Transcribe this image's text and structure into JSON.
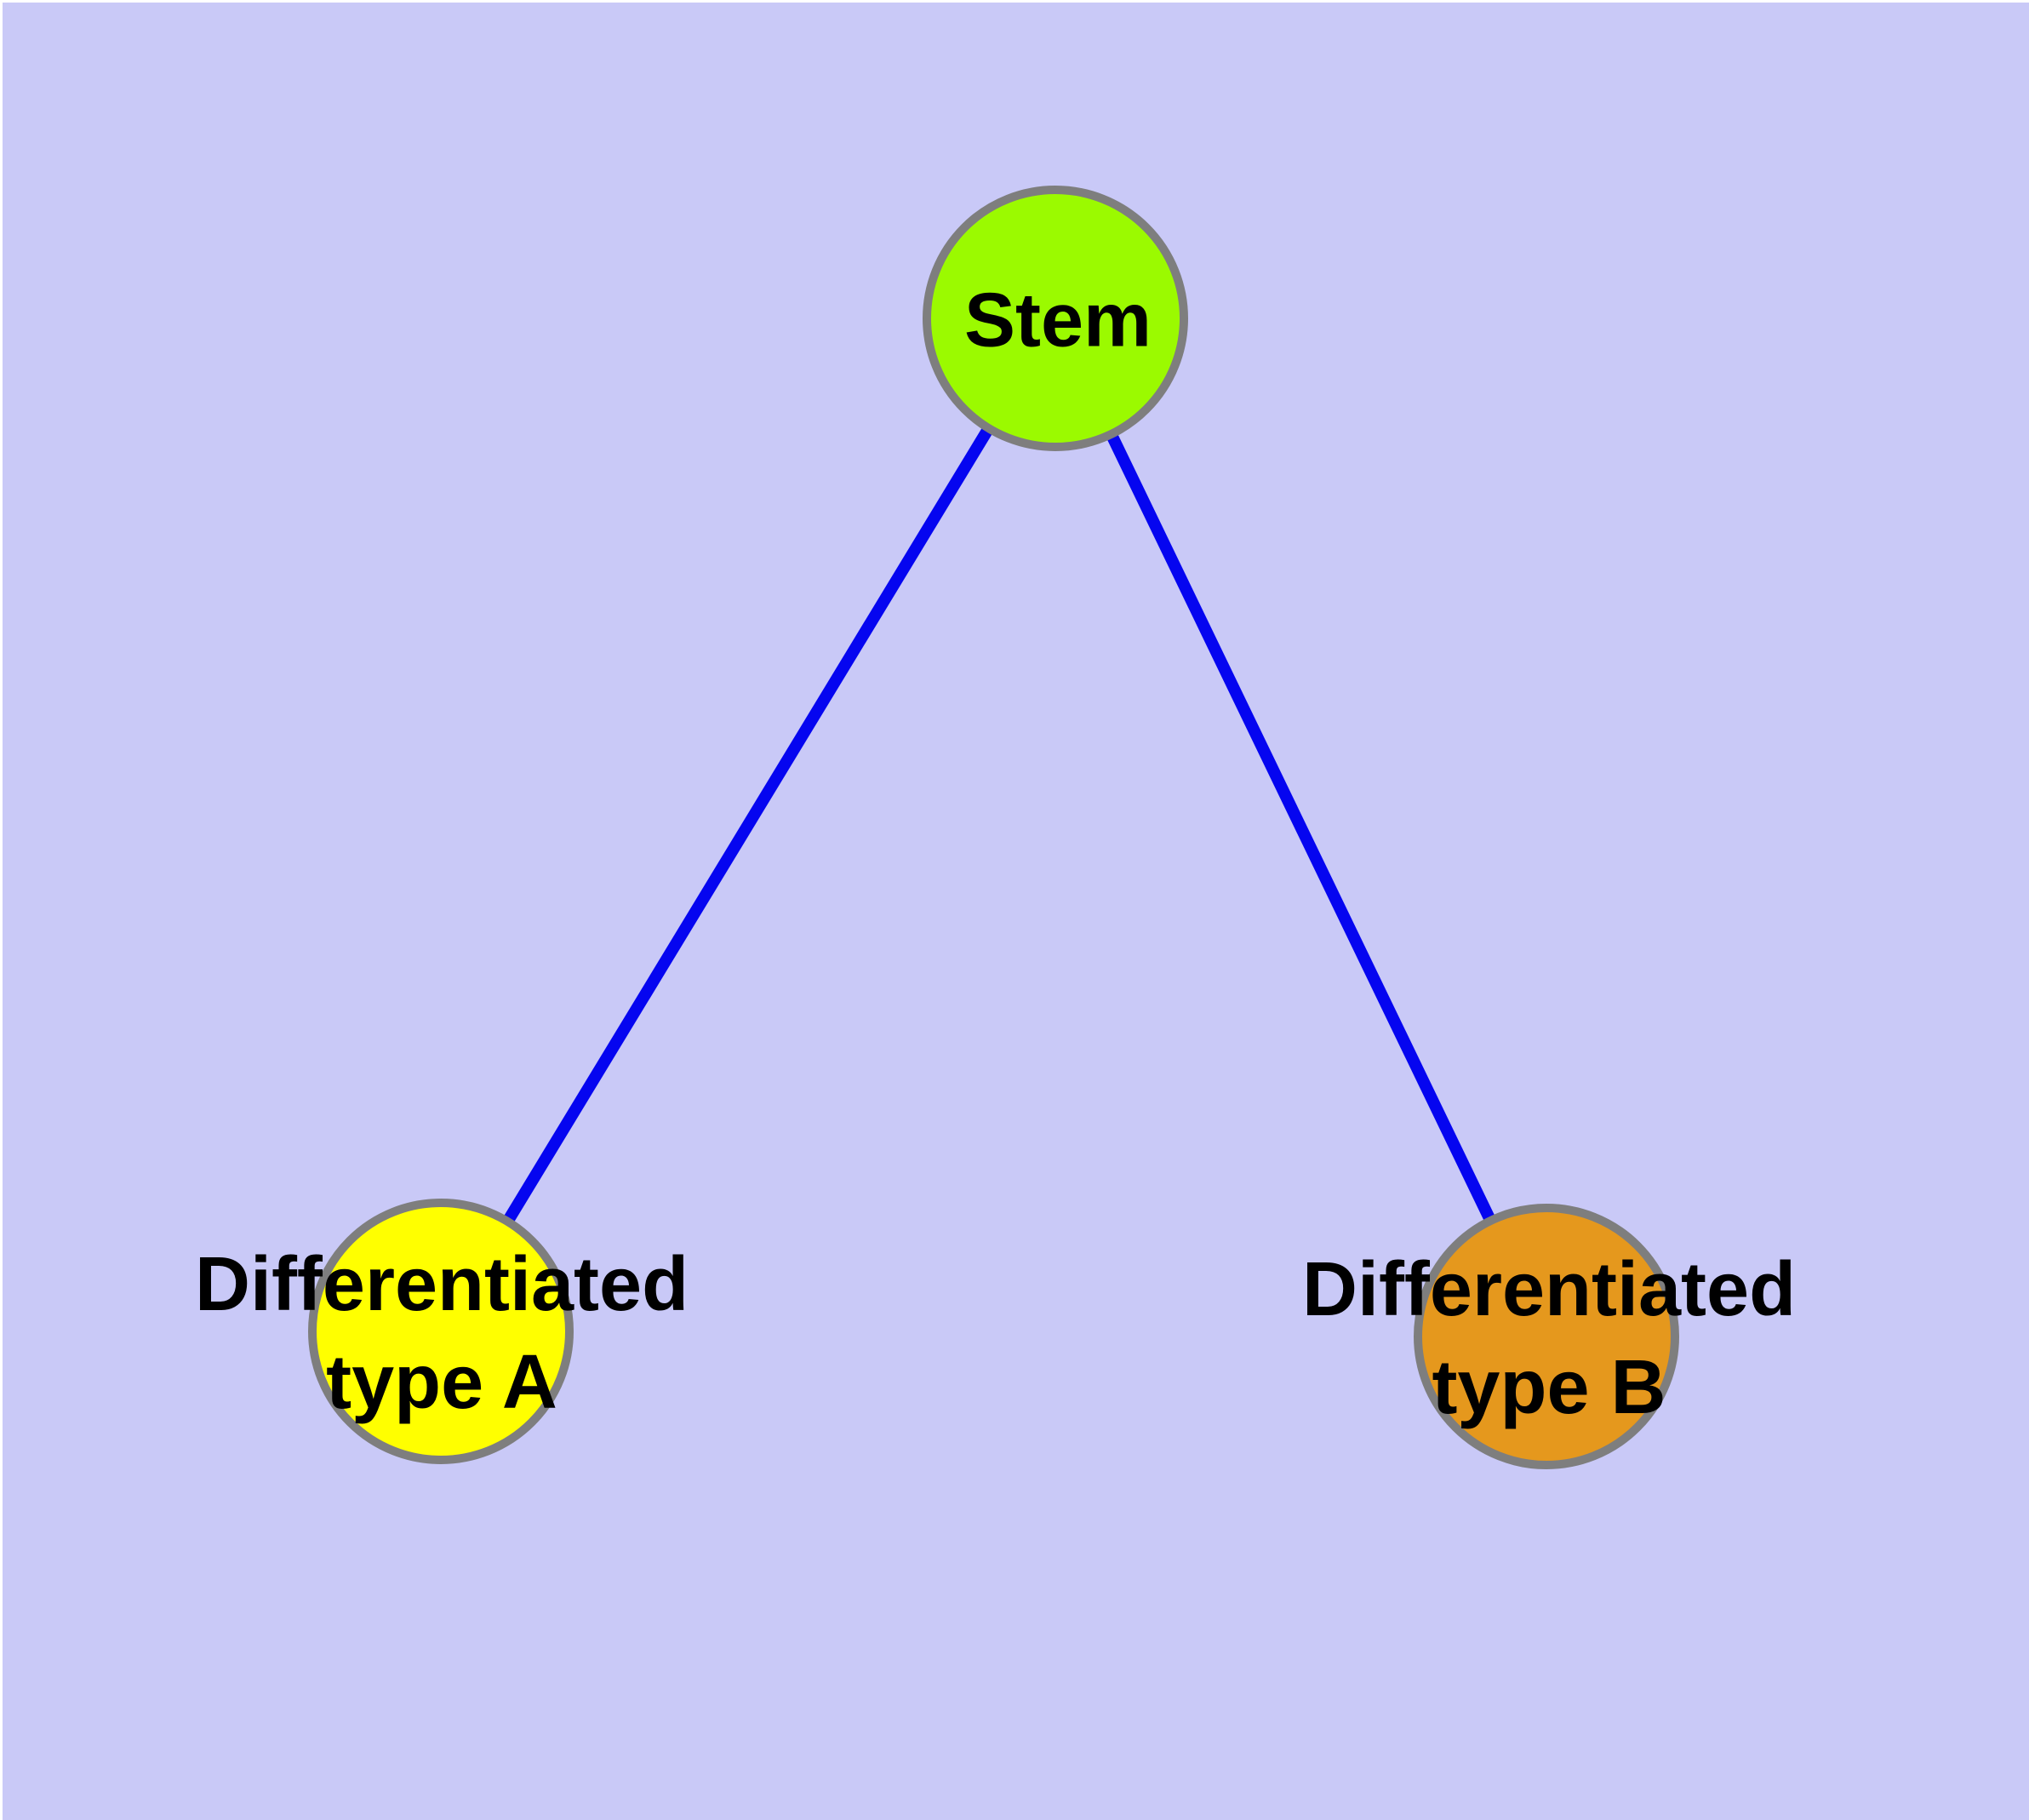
{
  "diagram": {
    "title": "",
    "background_color": "#c9c9f7",
    "page_margin_color": "#ffffff",
    "node_border_color": "#7e7e7e",
    "edge_color": "#0505f0",
    "label_color": "#000000",
    "nodes": [
      {
        "id": "stem",
        "label": "Stem",
        "color": "#9bfa00"
      },
      {
        "id": "type-a",
        "label": "Differentiated\ntype A",
        "color": "#ffff00"
      },
      {
        "id": "type-b",
        "label": "Differentiated\ntype B",
        "color": "#e5981d"
      }
    ],
    "edges": [
      {
        "from": "stem",
        "to": "type-a"
      },
      {
        "from": "stem",
        "to": "type-b"
      }
    ]
  }
}
